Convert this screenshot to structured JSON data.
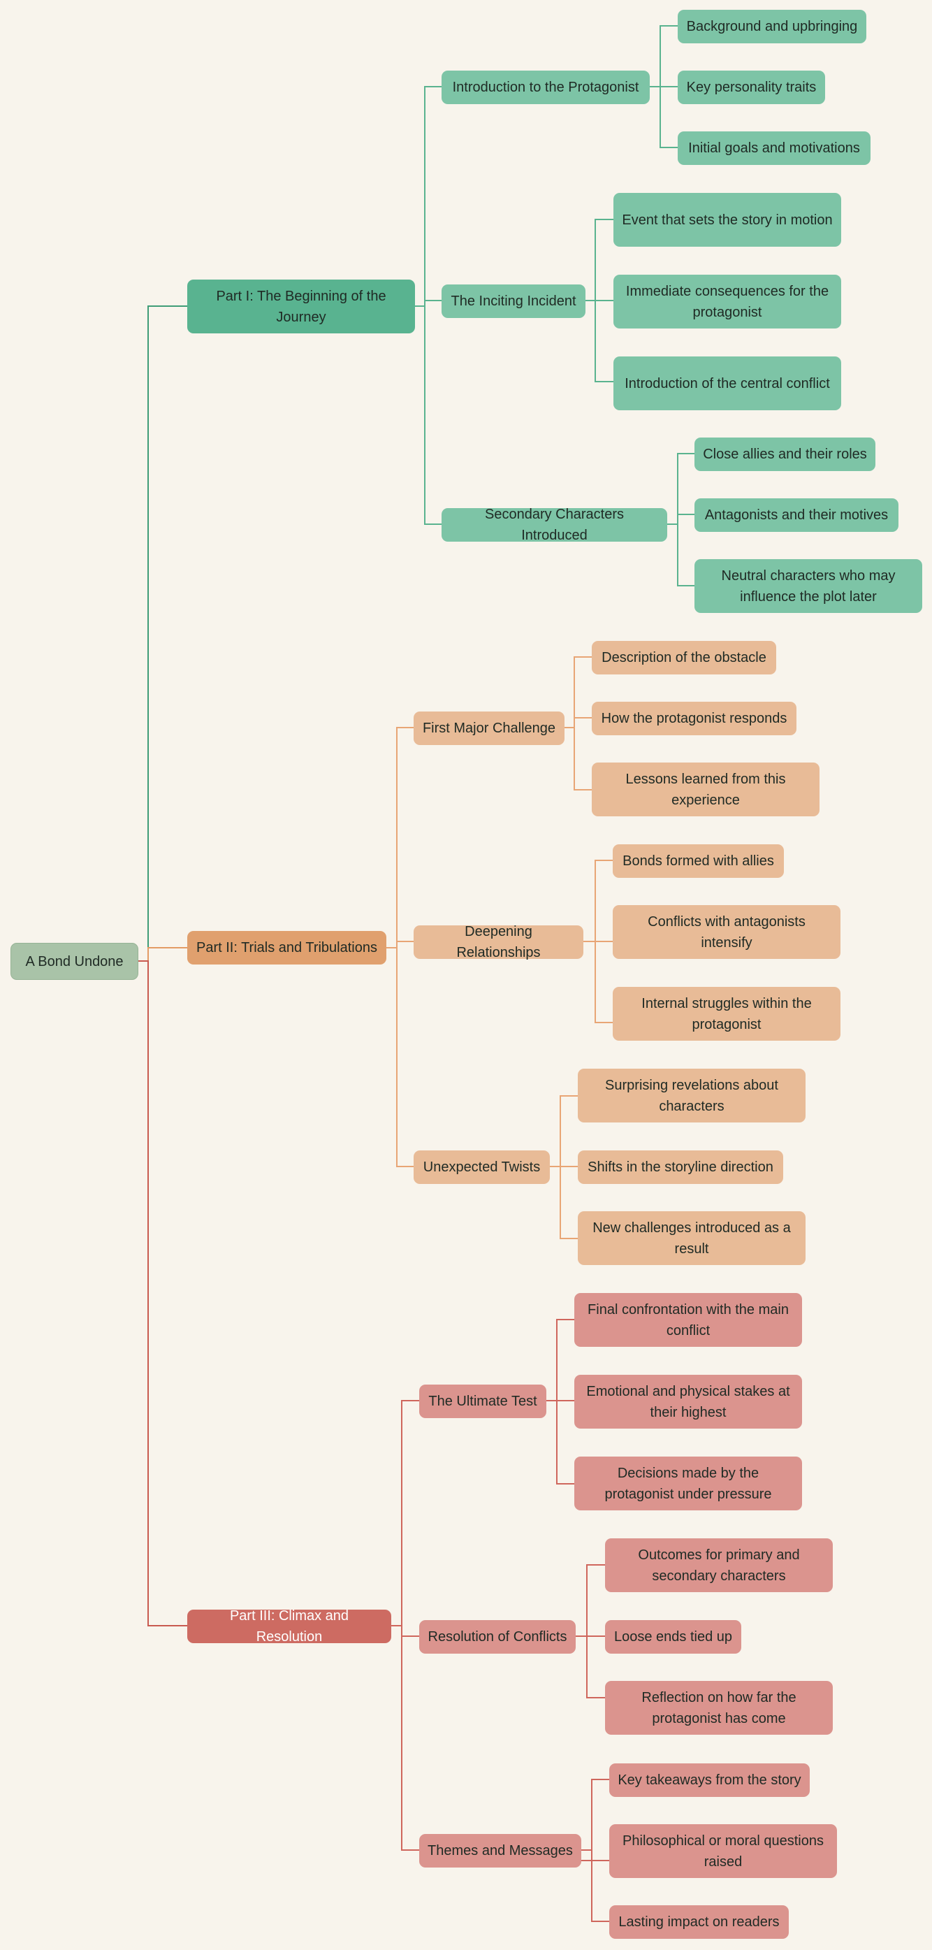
{
  "root": {
    "label": "A Bond Undone"
  },
  "colors": {
    "background": "#f8f4ec",
    "root": "#a9c3a8",
    "part1": "#59b390",
    "part1_children": "#7dc4a6",
    "part1_link": "#3f9c77",
    "part2": "#e0a06e",
    "part2_children": "#e8bb97",
    "part2_link": "#e39b65",
    "part3": "#cd6b62",
    "part3_children": "#db948e",
    "part3_link": "#c85a50"
  },
  "parts": [
    {
      "label": "Part I: The Beginning of the Journey",
      "sections": [
        {
          "label": "Introduction to the Protagonist",
          "items": [
            "Background and upbringing",
            "Key personality traits",
            "Initial goals and motivations"
          ]
        },
        {
          "label": "The Inciting Incident",
          "items": [
            "Event that sets the story in motion",
            "Immediate consequences for the protagonist",
            "Introduction of the central conflict"
          ]
        },
        {
          "label": "Secondary Characters Introduced",
          "items": [
            "Close allies and their roles",
            "Antagonists and their motives",
            "Neutral characters who may influence the plot later"
          ]
        }
      ]
    },
    {
      "label": "Part II: Trials and Tribulations",
      "sections": [
        {
          "label": "First Major Challenge",
          "items": [
            "Description of the obstacle",
            "How the protagonist responds",
            "Lessons learned from this experience"
          ]
        },
        {
          "label": "Deepening Relationships",
          "items": [
            "Bonds formed with allies",
            "Conflicts with antagonists intensify",
            "Internal struggles within the protagonist"
          ]
        },
        {
          "label": "Unexpected Twists",
          "items": [
            "Surprising revelations about characters",
            "Shifts in the storyline direction",
            "New challenges introduced as a result"
          ]
        }
      ]
    },
    {
      "label": "Part III: Climax and Resolution",
      "sections": [
        {
          "label": "The Ultimate Test",
          "items": [
            "Final confrontation with the main conflict",
            "Emotional and physical stakes at their highest",
            "Decisions made by the protagonist under pressure"
          ]
        },
        {
          "label": "Resolution of Conflicts",
          "items": [
            "Outcomes for primary and secondary characters",
            "Loose ends tied up",
            "Reflection on how far the protagonist has come"
          ]
        },
        {
          "label": "Themes and Messages",
          "items": [
            "Key takeaways from the story",
            "Philosophical or moral questions raised",
            "Lasting impact on readers"
          ]
        }
      ]
    }
  ]
}
